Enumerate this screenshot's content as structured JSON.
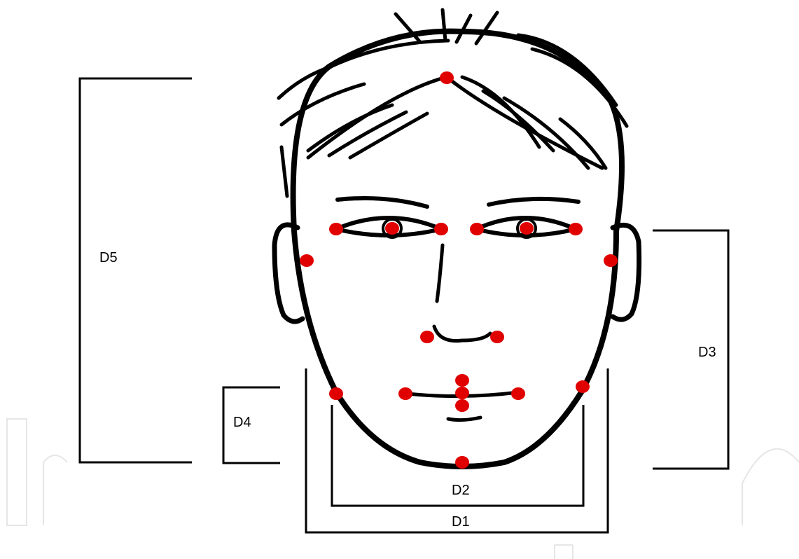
{
  "diagram": {
    "labels": {
      "d1": "D1",
      "d2": "D2",
      "d3": "D3",
      "d4": "D4",
      "d5": "D5"
    },
    "landmark_color": "#e00000",
    "line_color": "#000000"
  }
}
